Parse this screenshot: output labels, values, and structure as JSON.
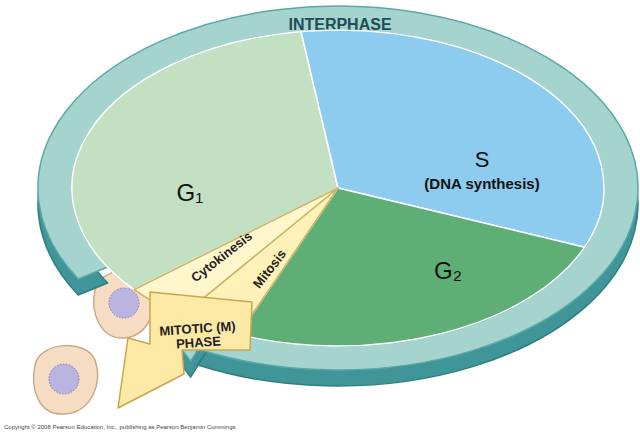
{
  "diagram": {
    "nodes": [
      {
        "text": [
          "INTERPHASE"
        ]
      },
      {
        "text": [
          "G₁"
        ]
      },
      {
        "text": [
          "S",
          "(DNA synthesis)"
        ]
      },
      {
        "text": [
          "G₂"
        ]
      },
      {
        "text": [
          "Mitosis"
        ]
      },
      {
        "text": [
          "Cytokinesis"
        ]
      },
      {
        "text": [
          "MITOTIC (M) PHASE"
        ]
      }
    ],
    "labels": [
      "Copyright © 2008 Pearson Education, Inc., publishing as Pearson Benjamin Cummings."
    ]
  }
}
